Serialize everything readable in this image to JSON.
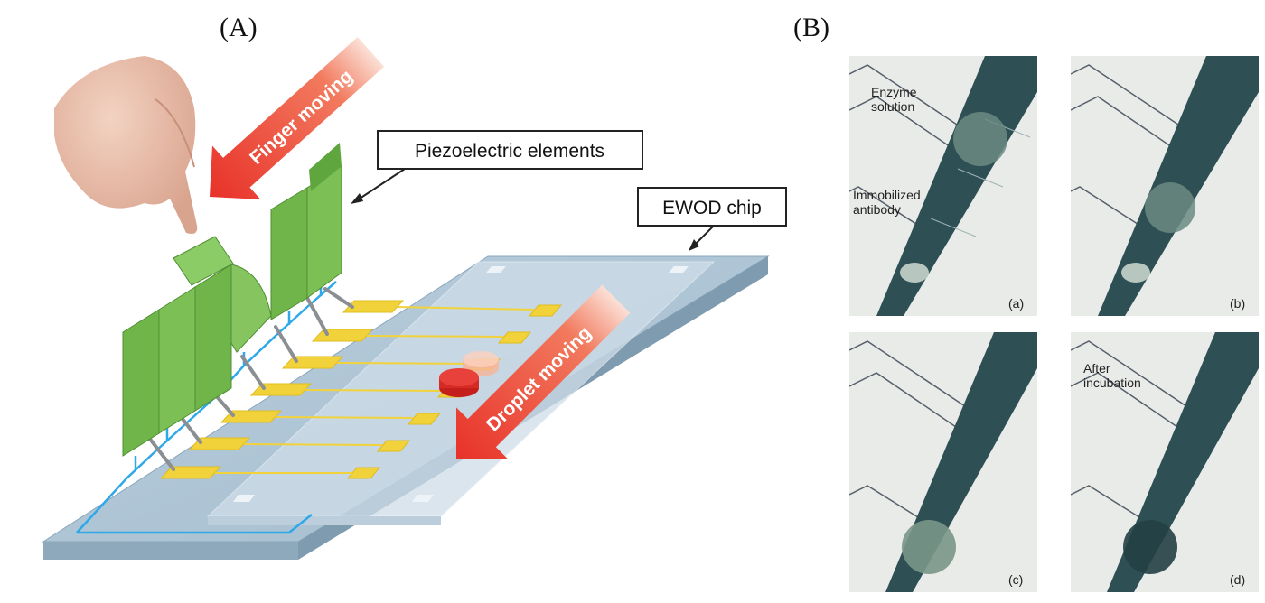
{
  "panels": {
    "a_label": "(A)",
    "b_label": "(B)"
  },
  "diagram": {
    "finger_arrow": "Finger moving",
    "droplet_arrow": "Droplet moving",
    "piezo_label": "Piezoelectric elements",
    "ewod_label": "EWOD chip"
  },
  "photos": [
    {
      "sub": "(a)",
      "notes": [
        "Enzyme",
        "solution",
        "Immobilized",
        "antibody"
      ]
    },
    {
      "sub": "(b)",
      "notes": []
    },
    {
      "sub": "(c)",
      "notes": []
    },
    {
      "sub": "(d)",
      "notes": [
        "After",
        "incubation"
      ]
    }
  ],
  "colors": {
    "chip": "#a9c1d4",
    "electrode": "#f2d23a",
    "piezo": "#6fb54a",
    "arrow": "#e8322a",
    "wire": "#2ea8e8",
    "photo_strip": "#2e4f54"
  }
}
